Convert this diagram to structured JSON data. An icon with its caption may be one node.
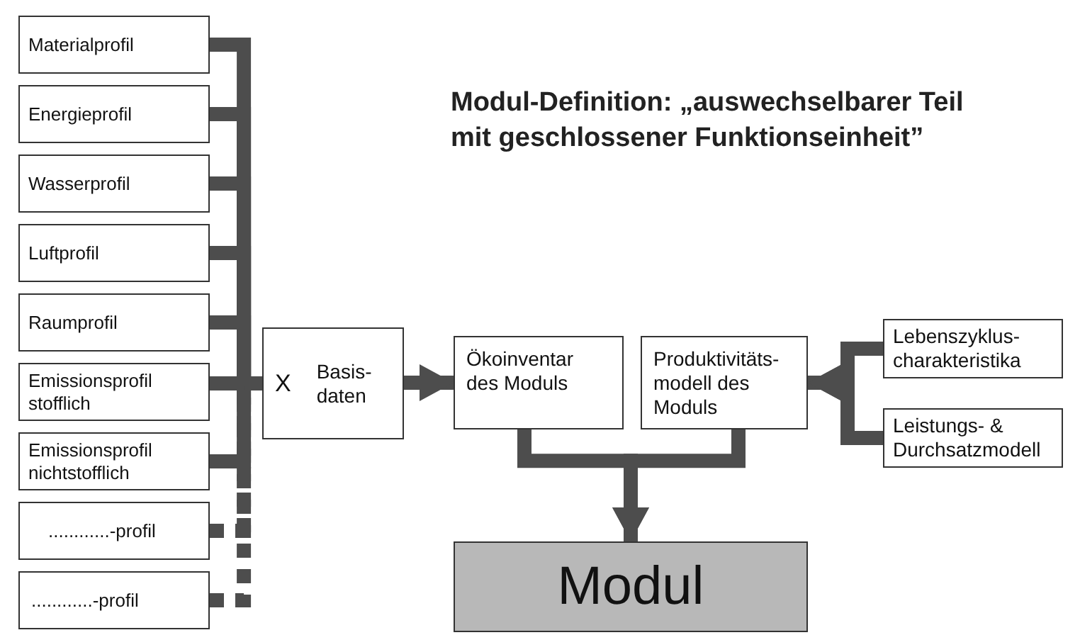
{
  "diagram": {
    "title": "Modul-Definition: „auswechselbarer Teil mit geschlossener Funktionseinheit”",
    "nodes": [
      {
        "text": [
          "Materialprofil"
        ]
      },
      {
        "text": [
          "Energieprofil"
        ]
      },
      {
        "text": [
          "Wasserprofil"
        ]
      },
      {
        "text": [
          "Luftprofil"
        ]
      },
      {
        "text": [
          "Raumprofil"
        ]
      },
      {
        "text": [
          "Emissionsprofil stofflich"
        ]
      },
      {
        "text": [
          "Emissionsprofil nichtstofflich"
        ]
      },
      {
        "text": [
          "............-profil"
        ]
      },
      {
        "text": [
          "............-profil"
        ]
      },
      {
        "text": [
          "X",
          "Basis- daten"
        ]
      },
      {
        "text": [
          "Ökoinventar des Moduls"
        ]
      },
      {
        "text": [
          "Produktivitäts- modell des Moduls"
        ]
      },
      {
        "text": [
          "Lebenszyklus- charakteristika"
        ]
      },
      {
        "text": [
          "Leistungs- & Durchsatzmodell"
        ]
      },
      {
        "text": [
          "Modul"
        ]
      }
    ],
    "edges": [
      {
        "from": 0,
        "to": 9,
        "arrow": "none"
      },
      {
        "from": 1,
        "to": 9,
        "arrow": "none"
      },
      {
        "from": 2,
        "to": 9,
        "arrow": "none"
      },
      {
        "from": 3,
        "to": 9,
        "arrow": "none"
      },
      {
        "from": 4,
        "to": 9,
        "arrow": "none"
      },
      {
        "from": 5,
        "to": 9,
        "arrow": "none"
      },
      {
        "from": 6,
        "to": 9,
        "arrow": "none"
      },
      {
        "from": 7,
        "to": 9,
        "arrow": "none",
        "style": "dashed"
      },
      {
        "from": 8,
        "to": 9,
        "arrow": "none",
        "style": "dashed"
      },
      {
        "from": 9,
        "to": 10,
        "arrow": "to"
      },
      {
        "from": 12,
        "to": 11,
        "arrow": "to"
      },
      {
        "from": 13,
        "to": 11,
        "arrow": "to"
      },
      {
        "from": 10,
        "to": 14,
        "arrow": "to"
      },
      {
        "from": 11,
        "to": 14,
        "arrow": "to"
      }
    ]
  }
}
